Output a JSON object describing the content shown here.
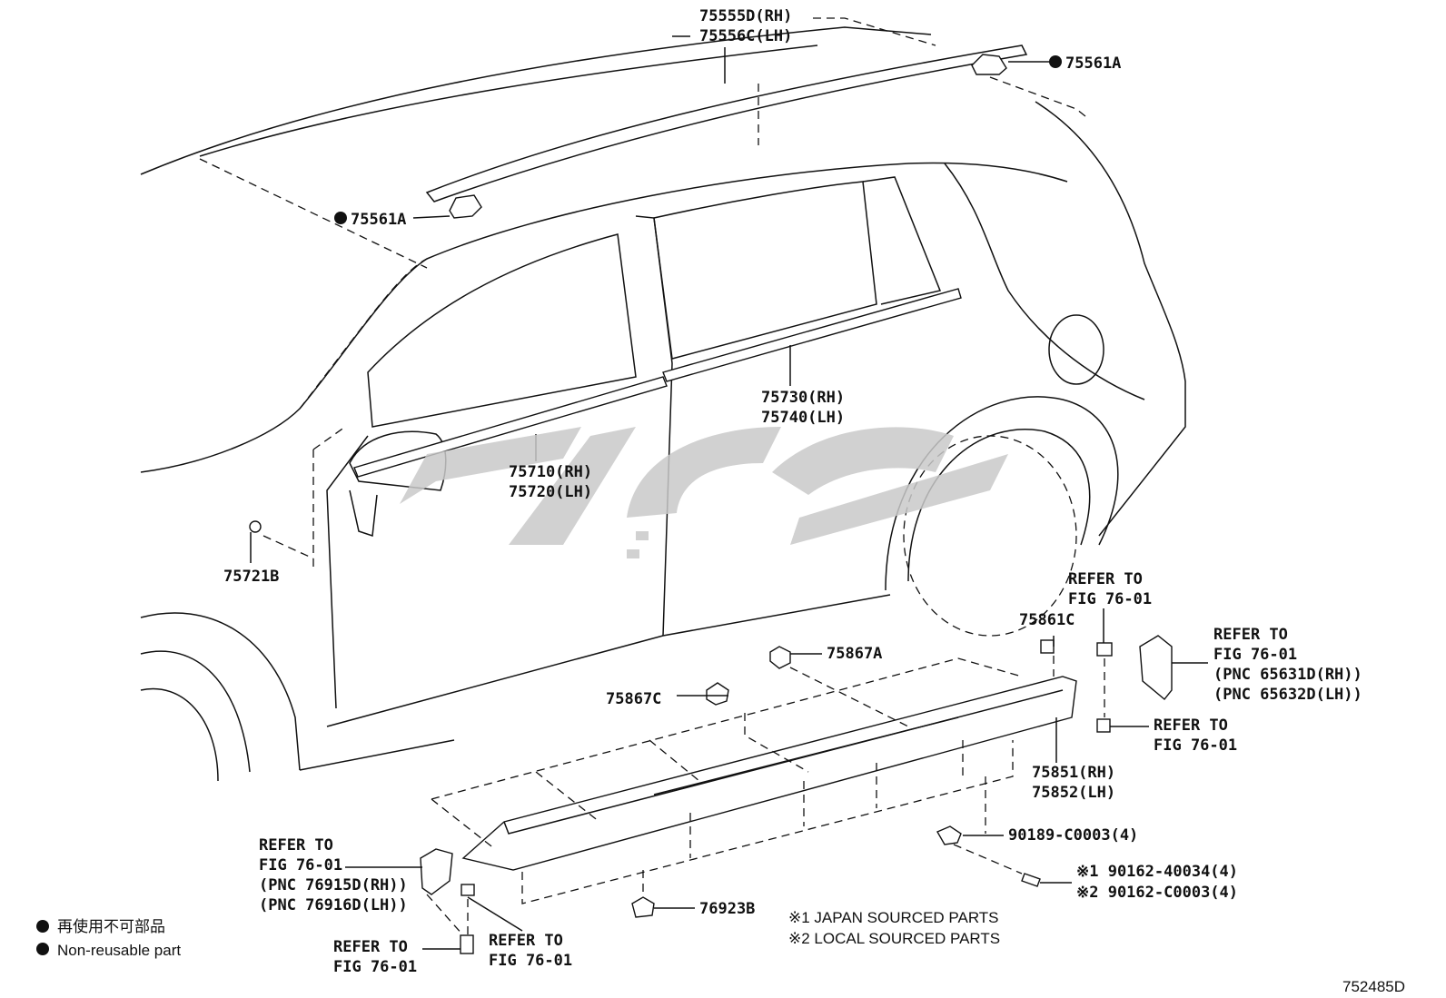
{
  "labels": {
    "roof_rh": "75555D(RH)",
    "roof_lh": "75556C(LH)",
    "clip_right": "75561A",
    "clip_left": "75561A",
    "rear_belt_rh": "75730(RH)",
    "rear_belt_lh": "75740(LH)",
    "front_belt_rh": "75710(RH)",
    "front_belt_lh": "75720(LH)",
    "p75721b": "75721B",
    "p75861c": "75861C",
    "p75867a": "75867A",
    "p75867c": "75867C",
    "rocker_rh": "75851(RH)",
    "rocker_lh": "75852(LH)",
    "p90189": "90189-C0003(4)",
    "p90162_1": "※1  90162-40034(4)",
    "p90162_2": "※2  90162-C0003(4)",
    "p76923b": "76923B",
    "note_japan": "※1 JAPAN SOURCED PARTS",
    "note_local": "※2 LOCAL SOURCED PARTS",
    "diagram_id": "752485D"
  },
  "refs": {
    "ref_top_right": {
      "line1": "REFER TO",
      "line2": "FIG 76-01"
    },
    "ref_bracket_right": {
      "line1": "REFER TO",
      "line2": "FIG 76-01",
      "line3": "(PNC 65631D(RH))",
      "line4": "(PNC 65632D(LH))"
    },
    "ref_bolt_right": {
      "line1": "REFER TO",
      "line2": "FIG 76-01"
    },
    "ref_bracket_left": {
      "line1": "REFER TO",
      "line2": "FIG 76-01",
      "line3": "(PNC 76915D(RH))",
      "line4": "(PNC 76916D(LH))"
    },
    "ref_bolt_bottom": {
      "line1": "REFER TO",
      "line2": "FIG 76-01"
    },
    "ref_nut_bottom": {
      "line1": "REFER TO",
      "line2": "FIG 76-01"
    }
  },
  "legend": {
    "item1": "再使用不可部品",
    "item2": "Non-reusable part"
  }
}
